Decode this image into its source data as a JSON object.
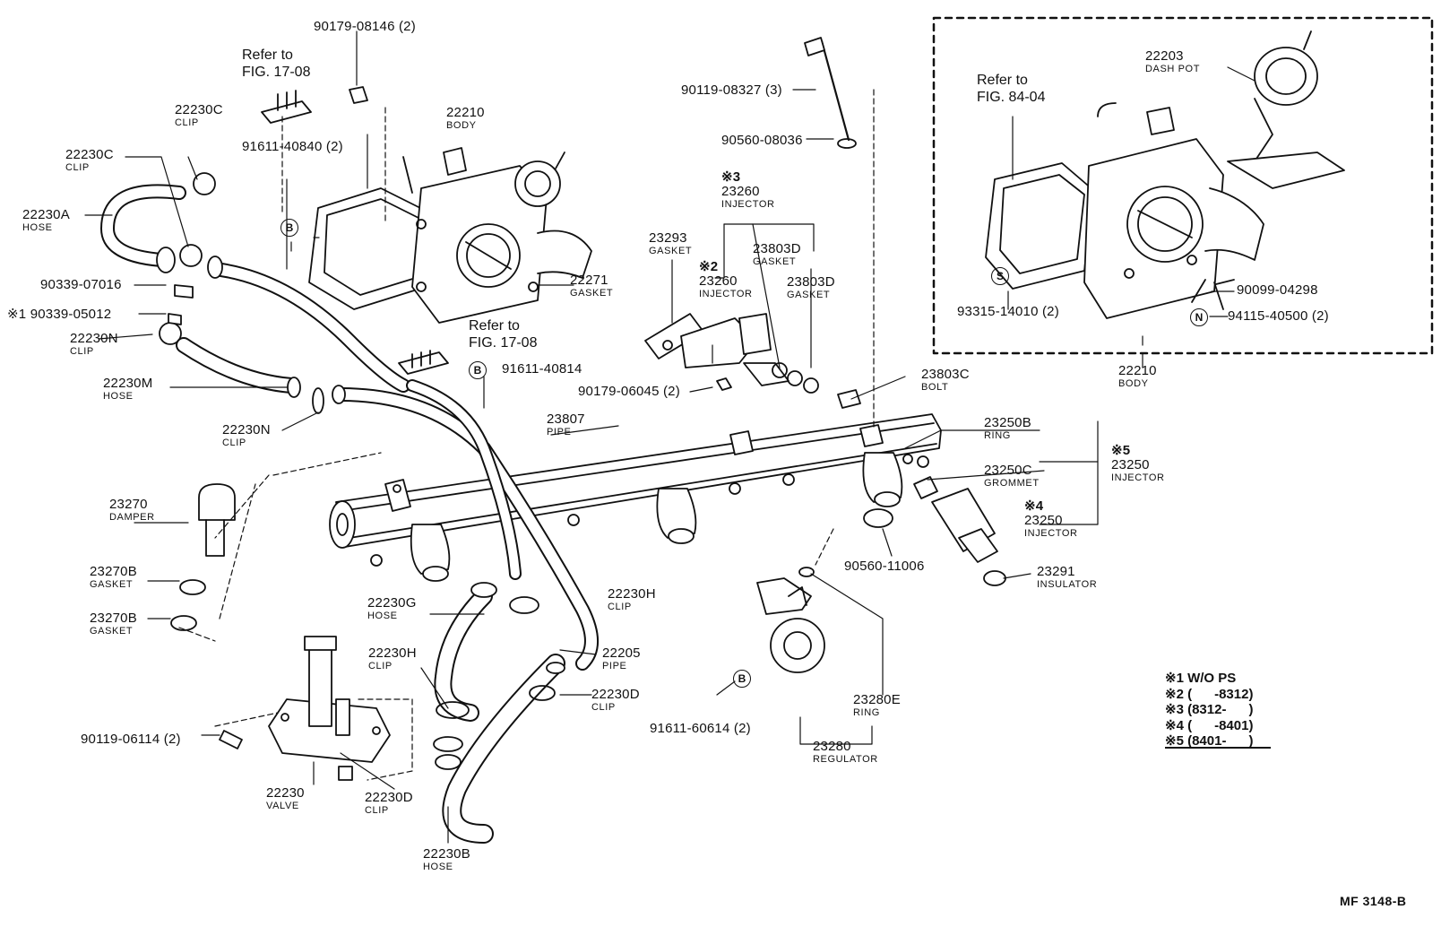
{
  "diagram_code": "MF 3148-B",
  "parts": {
    "p90179_08146": {
      "number": "90179-08146 (2)"
    },
    "refer_left_top": {
      "line1": "Refer to",
      "line2": "FIG. 17-08"
    },
    "p22230C_clip_a": {
      "number": "22230C",
      "name": "CLIP"
    },
    "p22230C_clip_b": {
      "number": "22230C",
      "name": "CLIP"
    },
    "p22210_body": {
      "number": "22210",
      "name": "BODY"
    },
    "p91611_40840": {
      "number": "91611-40840 (2)"
    },
    "p22230A_hose": {
      "number": "22230A",
      "name": "HOSE"
    },
    "p90339_07016": {
      "number": "90339-07016"
    },
    "p90339_05012": {
      "number": "90339-05012"
    },
    "p22271_gasket": {
      "number": "22271",
      "name": "GASKET"
    },
    "p22230N_clip_a": {
      "number": "22230N",
      "name": "CLIP"
    },
    "refer_mid": {
      "line1": "Refer to",
      "line2": "FIG. 17-08"
    },
    "p91611_40814": {
      "number": "91611-40814"
    },
    "p22230M_hose": {
      "number": "22230M",
      "name": "HOSE"
    },
    "p22230N_clip_b": {
      "number": "22230N",
      "name": "CLIP"
    },
    "p90119_08327": {
      "number": "90119-08327 (3)"
    },
    "p90560_08036": {
      "number": "90560-08036"
    },
    "p23260_injector_a": {
      "number": "23260",
      "name": "INJECTOR"
    },
    "p23293_gasket": {
      "number": "23293",
      "name": "GASKET"
    },
    "p23260_injector_b": {
      "number": "23260",
      "name": "INJECTOR"
    },
    "p23803D_gasket_a": {
      "number": "23803D",
      "name": "GASKET"
    },
    "p23803D_gasket_b": {
      "number": "23803D",
      "name": "GASKET"
    },
    "p90179_06045": {
      "number": "90179-06045 (2)"
    },
    "p23803C_bolt": {
      "number": "23803C",
      "name": "BOLT"
    },
    "p23807_pipe": {
      "number": "23807",
      "name": "PIPE"
    },
    "p22203_dashpot": {
      "number": "22203",
      "name": "DASH POT"
    },
    "refer_box": {
      "line1": "Refer to",
      "line2": "FIG. 84-04"
    },
    "p90099_04298": {
      "number": "90099-04298"
    },
    "p93315_14010": {
      "number": "93315-14010 (2)"
    },
    "p94115_40500": {
      "number": "94115-40500 (2)"
    },
    "p22210_body_b": {
      "number": "22210",
      "name": "BODY"
    },
    "p23250B_ring": {
      "number": "23250B",
      "name": "RING"
    },
    "p23250_injector_a": {
      "number": "23250",
      "name": "INJECTOR"
    },
    "p23250C_grommet": {
      "number": "23250C",
      "name": "GROMMET"
    },
    "p23250_injector_b": {
      "number": "23250",
      "name": "INJECTOR"
    },
    "p23270_damper": {
      "number": "23270",
      "name": "DAMPER"
    },
    "p23270B_gasket_a": {
      "number": "23270B",
      "name": "GASKET"
    },
    "p23270B_gasket_b": {
      "number": "23270B",
      "name": "GASKET"
    },
    "p90560_11006": {
      "number": "90560-11006"
    },
    "p23291_insulator": {
      "number": "23291",
      "name": "INSULATOR"
    },
    "p22230H_clip_a": {
      "number": "22230H",
      "name": "CLIP"
    },
    "p22230G_hose": {
      "number": "22230G",
      "name": "HOSE"
    },
    "p22205_pipe": {
      "number": "22205",
      "name": "PIPE"
    },
    "p22230H_clip_b": {
      "number": "22230H",
      "name": "CLIP"
    },
    "p22230D_clip_a": {
      "number": "22230D",
      "name": "CLIP"
    },
    "p23280E_ring": {
      "number": "23280E",
      "name": "RING"
    },
    "p91611_60614": {
      "number": "91611-60614 (2)"
    },
    "p90119_06114": {
      "number": "90119-06114 (2)"
    },
    "p22230_valve": {
      "number": "22230",
      "name": "VALVE"
    },
    "p22230D_clip_b": {
      "number": "22230D",
      "name": "CLIP"
    },
    "p23280_regulator": {
      "number": "23280",
      "name": "REGULATOR"
    },
    "p22230B_hose": {
      "number": "22230B",
      "name": "HOSE"
    }
  },
  "markers": {
    "m1": "※1",
    "m2": "※2",
    "m3": "※3",
    "m4": "※4",
    "m5": "※5",
    "circle_b": "B",
    "circle_s": "S",
    "circle_n": "N"
  },
  "legend": [
    "※1 W/O PS",
    "※2 (      -8312)",
    "※3 (8312-      )",
    "※4 (      -8401)",
    "※5 (8401-      )"
  ]
}
